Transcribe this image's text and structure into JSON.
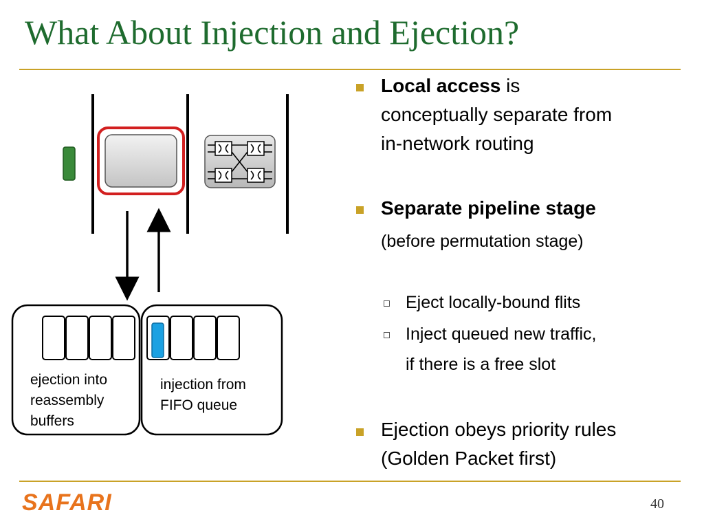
{
  "slide": {
    "title": "What About Injection and Ejection?",
    "page_number": "40",
    "logo_text": "SAFARI"
  },
  "diagram": {
    "ejection_label_lines": [
      "ejection into",
      "reassembly",
      "buffers"
    ],
    "injection_label_lines": [
      "injection from",
      "FIFO queue"
    ]
  },
  "bullets": [
    {
      "bold": "Local access",
      "rest": " is",
      "lines": [
        "conceptually separate from",
        "in-network routing"
      ]
    },
    {
      "bold": "Separate pipeline stage",
      "sub": "(before permutation stage)"
    },
    {
      "sub_items": [
        "Eject locally-bound flits",
        "Inject queued new traffic,",
        "if there is a free slot"
      ]
    },
    {
      "lines": [
        "Ejection obeys priority rules",
        "(Golden Packet first)"
      ]
    }
  ],
  "colors": {
    "title": "#1e6b2e",
    "rule": "#c9a227",
    "logo": "#e8731c",
    "green_flit": "#3a8a3a",
    "blue_flit": "#1ba1e2",
    "router_highlight": "#d21f1f"
  }
}
